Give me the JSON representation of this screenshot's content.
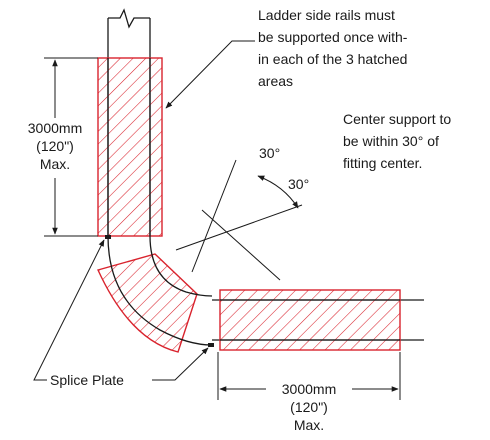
{
  "notes": {
    "rails_note": [
      "Ladder side rails must",
      "be supported once with-",
      "in each of the 3 hatched",
      "areas"
    ],
    "center_note": [
      "Center support to",
      "be within 30° of",
      "fitting center."
    ]
  },
  "angles": {
    "upper": "30°",
    "lower": "30°"
  },
  "dimension_vertical": [
    "3000mm",
    "(120\")",
    "Max."
  ],
  "dimension_horizontal": [
    "3000mm",
    "(120\")",
    "Max."
  ],
  "splice_label": "Splice Plate",
  "colors": {
    "hatch": "#d9232d",
    "line": "#1a1a1a"
  }
}
